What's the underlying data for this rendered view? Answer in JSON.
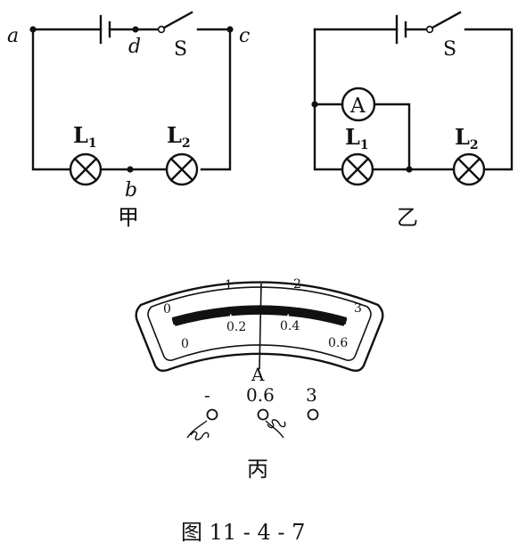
{
  "circuit_jia": {
    "caption": "甲",
    "node_a": "a",
    "node_b": "b",
    "node_c": "c",
    "node_d": "d",
    "switch_label": "S",
    "lamp1_label": "L",
    "lamp1_sub": "1",
    "lamp2_label": "L",
    "lamp2_sub": "2"
  },
  "circuit_yi": {
    "caption": "乙",
    "switch_label": "S",
    "ammeter_label": "A",
    "lamp1_label": "L",
    "lamp1_sub": "1",
    "lamp2_label": "L",
    "lamp2_sub": "2"
  },
  "ammeter_bing": {
    "caption": "丙",
    "unit_label": "A",
    "upper_scale_ticks": [
      "0",
      "1",
      "2",
      "3"
    ],
    "lower_scale_ticks": [
      "0",
      "0.2",
      "0.4",
      "0.6"
    ],
    "terminals": [
      "-",
      "0.6",
      "3"
    ]
  },
  "figure_caption": "图 11 - 4 - 7"
}
